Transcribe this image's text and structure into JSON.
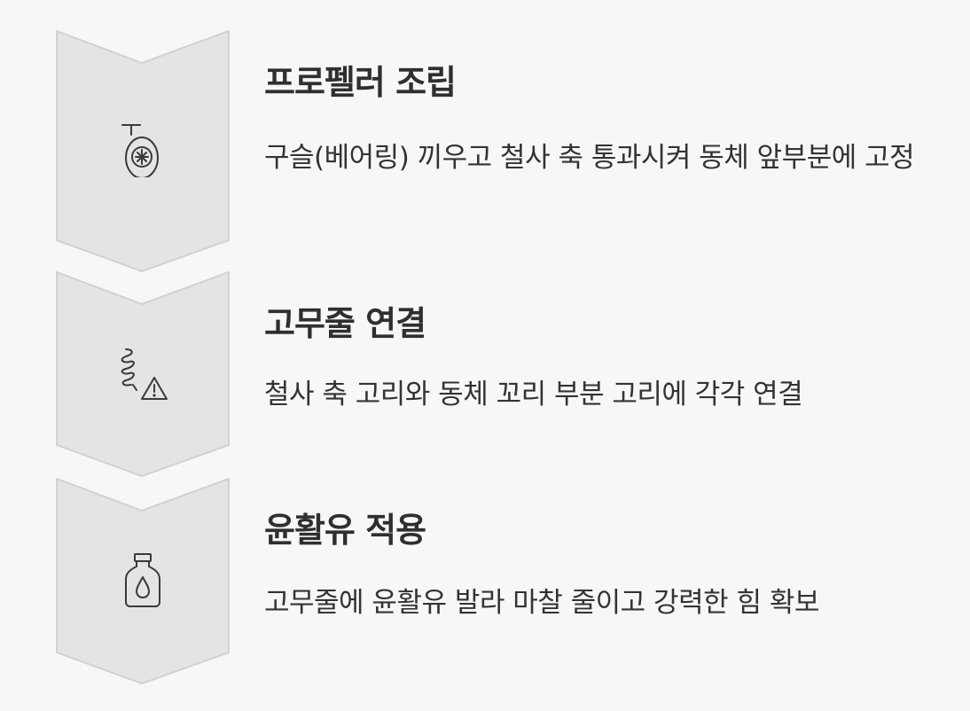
{
  "colors": {
    "background": "#f7f7f7",
    "chevron_fill": "#e4e4e4",
    "chevron_stroke": "#d2d2d2",
    "icon_stroke": "#3a3a3a",
    "text": "#333333"
  },
  "steps": [
    {
      "icon": "propeller-icon",
      "title": "프로펠러 조립",
      "description": "구슬(베어링) 끼우고 철사 축 통과시켜 동체 앞부분에 고정"
    },
    {
      "icon": "rubber-band-warning-icon",
      "title": "고무줄 연결",
      "description": "철사 축 고리와 동체 꼬리 부분 고리에 각각 연결"
    },
    {
      "icon": "oil-bottle-icon",
      "title": "윤활유 적용",
      "description": "고무줄에 윤활유 발라 마찰 줄이고 강력한 힘 확보"
    }
  ]
}
